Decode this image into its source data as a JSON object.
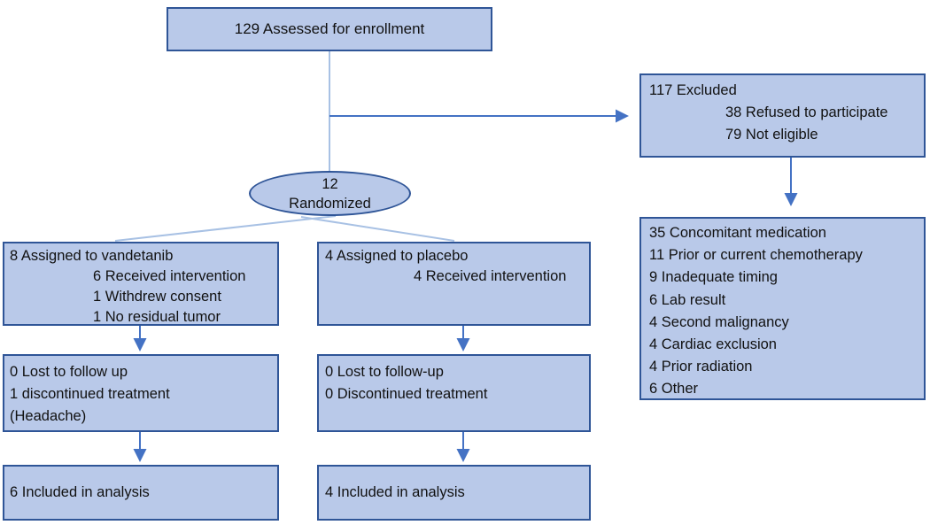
{
  "colors": {
    "box_fill": "#b9c9e9",
    "box_border": "#2f5597",
    "connector_light": "#a8c1e4",
    "connector_dark": "#4472c4"
  },
  "nodes": {
    "assessed": {
      "text": "129 Assessed for enrollment"
    },
    "excluded": {
      "heading": "117 Excluded",
      "sub": [
        "38 Refused to participate",
        "79 Not eligible"
      ]
    },
    "exclusion_reasons": {
      "lines": [
        "35 Concomitant medication",
        "11 Prior or current chemotherapy",
        "9 Inadequate timing",
        "6 Lab result",
        "4 Second malignancy",
        "4 Cardiac exclusion",
        "4 Prior radiation",
        "6 Other"
      ]
    },
    "randomized": {
      "count": "12",
      "label": "Randomized"
    },
    "vandetanib_arm": {
      "heading": "8 Assigned to vandetanib",
      "sub": [
        "6 Received intervention",
        "1 Withdrew consent",
        "1 No residual tumor"
      ]
    },
    "placebo_arm": {
      "heading": "4 Assigned to placebo",
      "sub": [
        "4 Received intervention"
      ]
    },
    "vandetanib_followup": {
      "lines": [
        "0 Lost to follow up",
        "1 discontinued treatment",
        "(Headache)"
      ]
    },
    "placebo_followup": {
      "lines": [
        "0 Lost to follow-up",
        "0 Discontinued treatment"
      ]
    },
    "vandetanib_analysis": {
      "text": "6 Included in analysis"
    },
    "placebo_analysis": {
      "text": "4 Included in analysis"
    }
  }
}
